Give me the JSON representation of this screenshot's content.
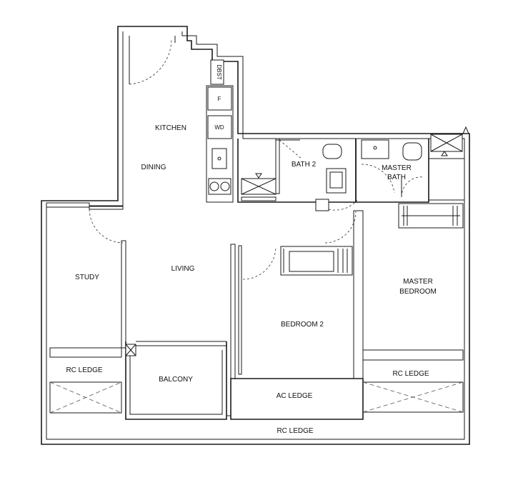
{
  "rooms": {
    "kitchen": "KITCHEN",
    "dining": "DINING",
    "living": "LIVING",
    "study": "STUDY",
    "bath2": "BATH 2",
    "master_bath_line1": "MASTER",
    "master_bath_line2": "BATH",
    "master_bedroom_line1": "MASTER",
    "master_bedroom_line2": "BEDROOM",
    "bedroom2": "BEDROOM 2",
    "balcony": "BALCONY",
    "ac_ledge": "AC LEDGE",
    "rc_ledge_left": "RC LEDGE",
    "rc_ledge_right": "RC LEDGE",
    "rc_ledge_bottom": "RC LEDGE"
  },
  "fixtures": {
    "dbst": "DBST",
    "fridge": "F",
    "washer_dryer": "WD"
  }
}
